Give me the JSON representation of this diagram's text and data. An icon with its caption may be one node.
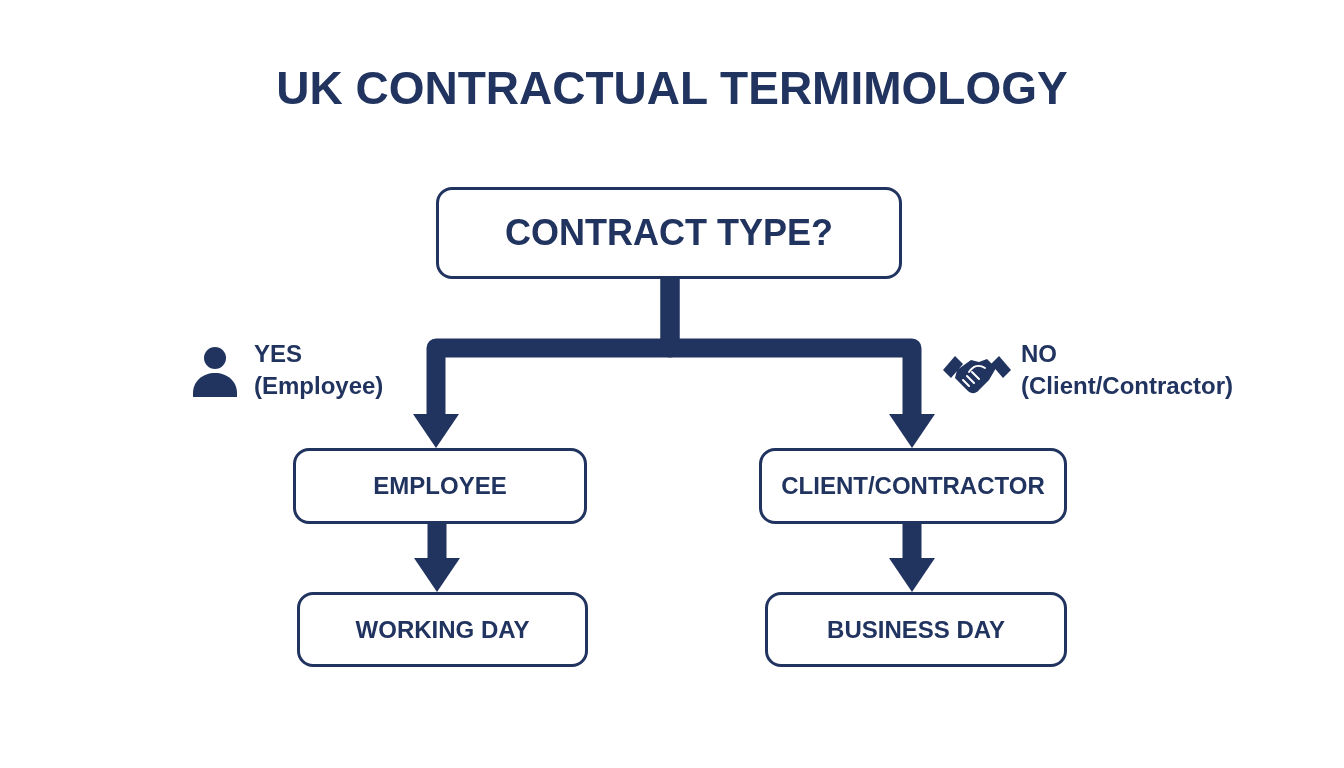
{
  "diagram": {
    "title": "UK CONTRACTUAL TERMIMOLOGY",
    "nodes": [
      {
        "text": [
          "CONTRACT TYPE?"
        ]
      },
      {
        "text": [
          "EMPLOYEE"
        ]
      },
      {
        "text": [
          "CLIENT/CONTRACTOR"
        ]
      },
      {
        "text": [
          "WORKING DAY"
        ]
      },
      {
        "text": [
          "BUSINESS DAY"
        ]
      }
    ],
    "edges": [
      {
        "from": 0,
        "to": 1,
        "arrow": "to",
        "label": "YES (Employee)"
      },
      {
        "from": 0,
        "to": 2,
        "arrow": "to",
        "label": "NO (Client/Contractor)"
      },
      {
        "from": 1,
        "to": 3,
        "arrow": "to"
      },
      {
        "from": 2,
        "to": 4,
        "arrow": "to"
      }
    ]
  }
}
